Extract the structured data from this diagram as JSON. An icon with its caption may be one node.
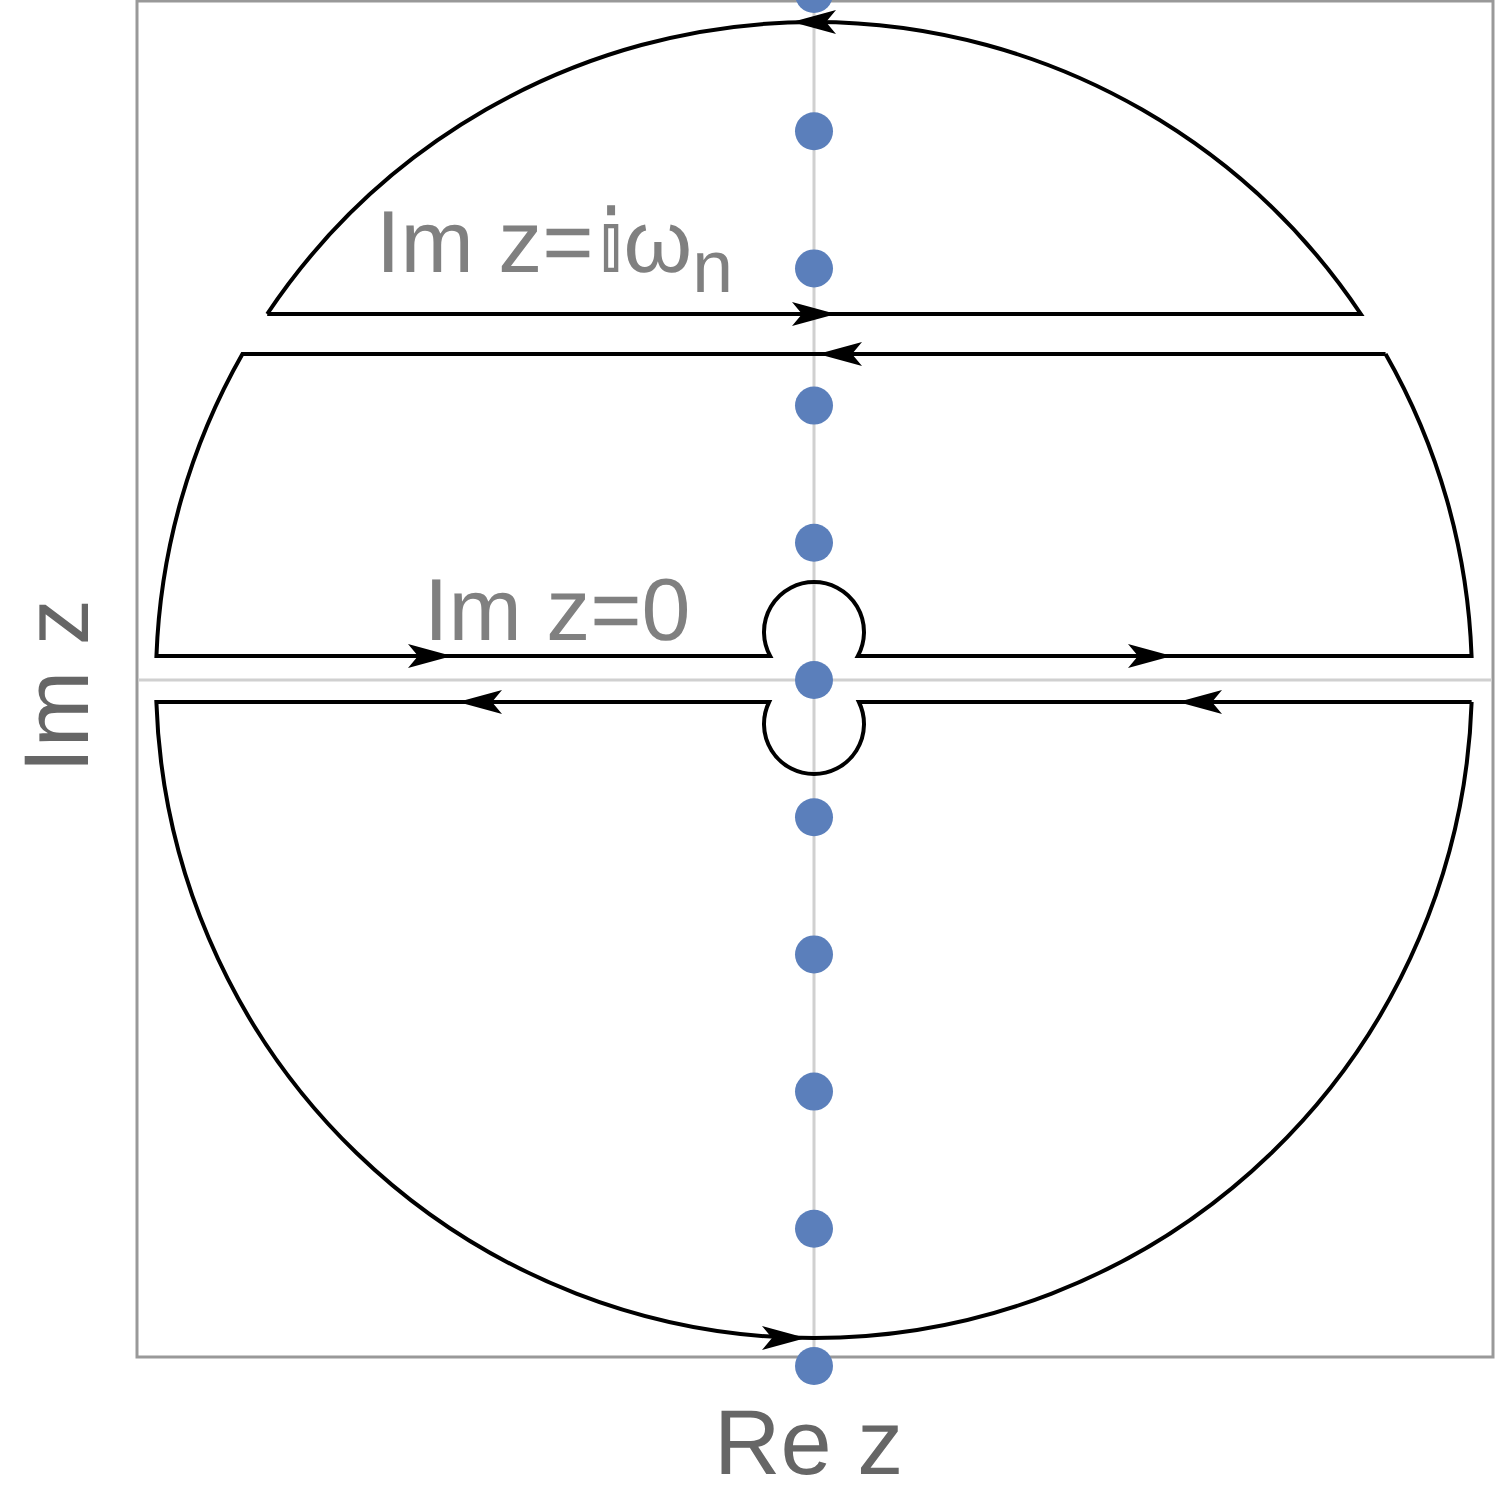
{
  "diagram": {
    "labels": [
      "Im z=𝕚ω$_{n}$",
      "Im z=0",
      "Im z",
      "Re z"
    ]
  }
}
